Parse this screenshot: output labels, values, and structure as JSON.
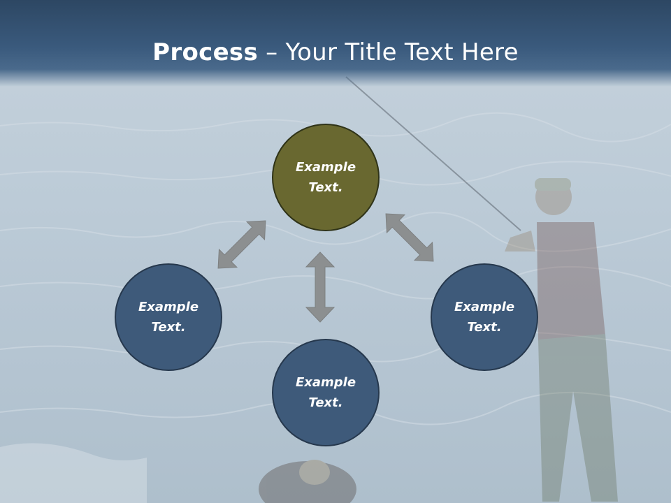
{
  "title": {
    "bold": "Process",
    "rest": " – Your Title Text Here"
  },
  "nodes": {
    "top": "Example Text.",
    "left": "Example Text.",
    "bottom": "Example Text.",
    "right": "Example Text."
  },
  "colors": {
    "title_band": "#3a5a7d",
    "top_circle": "#696830",
    "side_circles": "#3e5a7a",
    "arrows": "#8c8f90"
  }
}
